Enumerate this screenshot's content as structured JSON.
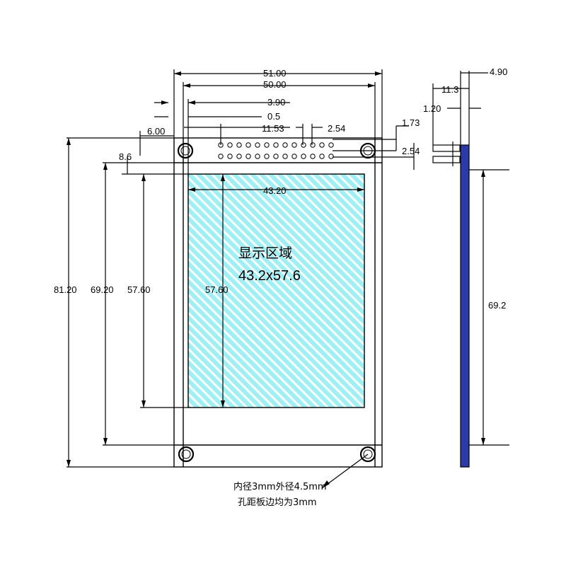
{
  "dimensions": {
    "board_width": "51.00",
    "pitch_width": "50.00",
    "hole_offset": "3.90",
    "offset_05": "0.5",
    "pin_offset": "11.53",
    "pin_pitch_h": "2.54",
    "edge_6": "6.00",
    "edge_86": "8.6",
    "right_173": "1.73",
    "right_254": "2.54",
    "board_height": "81.20",
    "module_height": "69.20",
    "active_height_left": "57.60",
    "active_height_inner": "57.60",
    "active_width": "43.20",
    "side_490": "4.90",
    "side_113": "11.3",
    "side_120": "1.20",
    "side_692": "69.2"
  },
  "display_area": {
    "label": "显示区域",
    "size": "43.2x57.6",
    "fill_color": "#9ff0f5",
    "stripe_color": "#ffffff"
  },
  "note": {
    "line1": "内径3mm外径4.5mm",
    "line2": "孔距板边均为3mm"
  },
  "colors": {
    "line": "#000000",
    "side_pcb": "#2a3aa8"
  }
}
